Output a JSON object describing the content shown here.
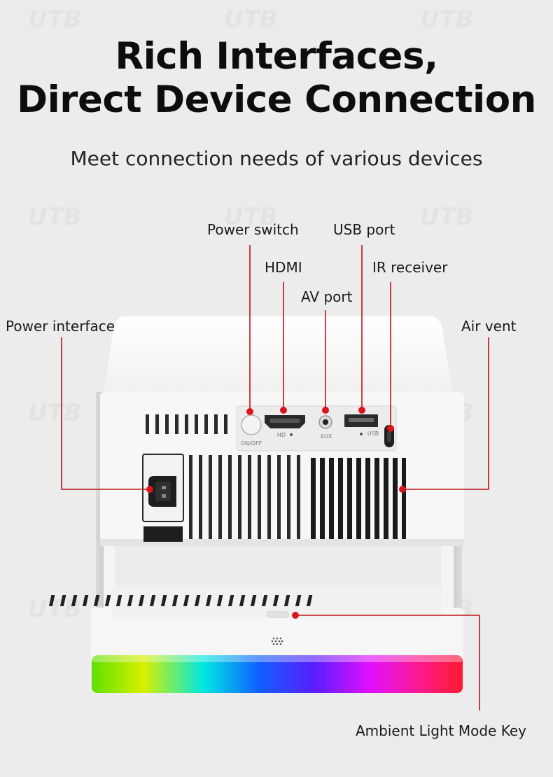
{
  "header": {
    "title_line1": "Rich Interfaces,",
    "title_line2": "Direct Device Connection",
    "subtitle": "Meet connection needs of various devices"
  },
  "callouts": {
    "power_switch": "Power switch",
    "usb_port": "USB port",
    "hdmi": "HDMI",
    "ir_receiver": "IR receiver",
    "av_port": "AV port",
    "power_interface": "Power interface",
    "air_vent": "Air vent",
    "ambient_light_key": "Ambient Light Mode Key"
  },
  "port_labels": {
    "on_off": "ON/OFF",
    "hd": "HD",
    "aux": "AUX",
    "usb": "USB"
  },
  "watermark": "UTB",
  "colors": {
    "callout_dot": "#d9141b",
    "callout_line": "#c0121a",
    "device_body": "#f7f7f7"
  }
}
